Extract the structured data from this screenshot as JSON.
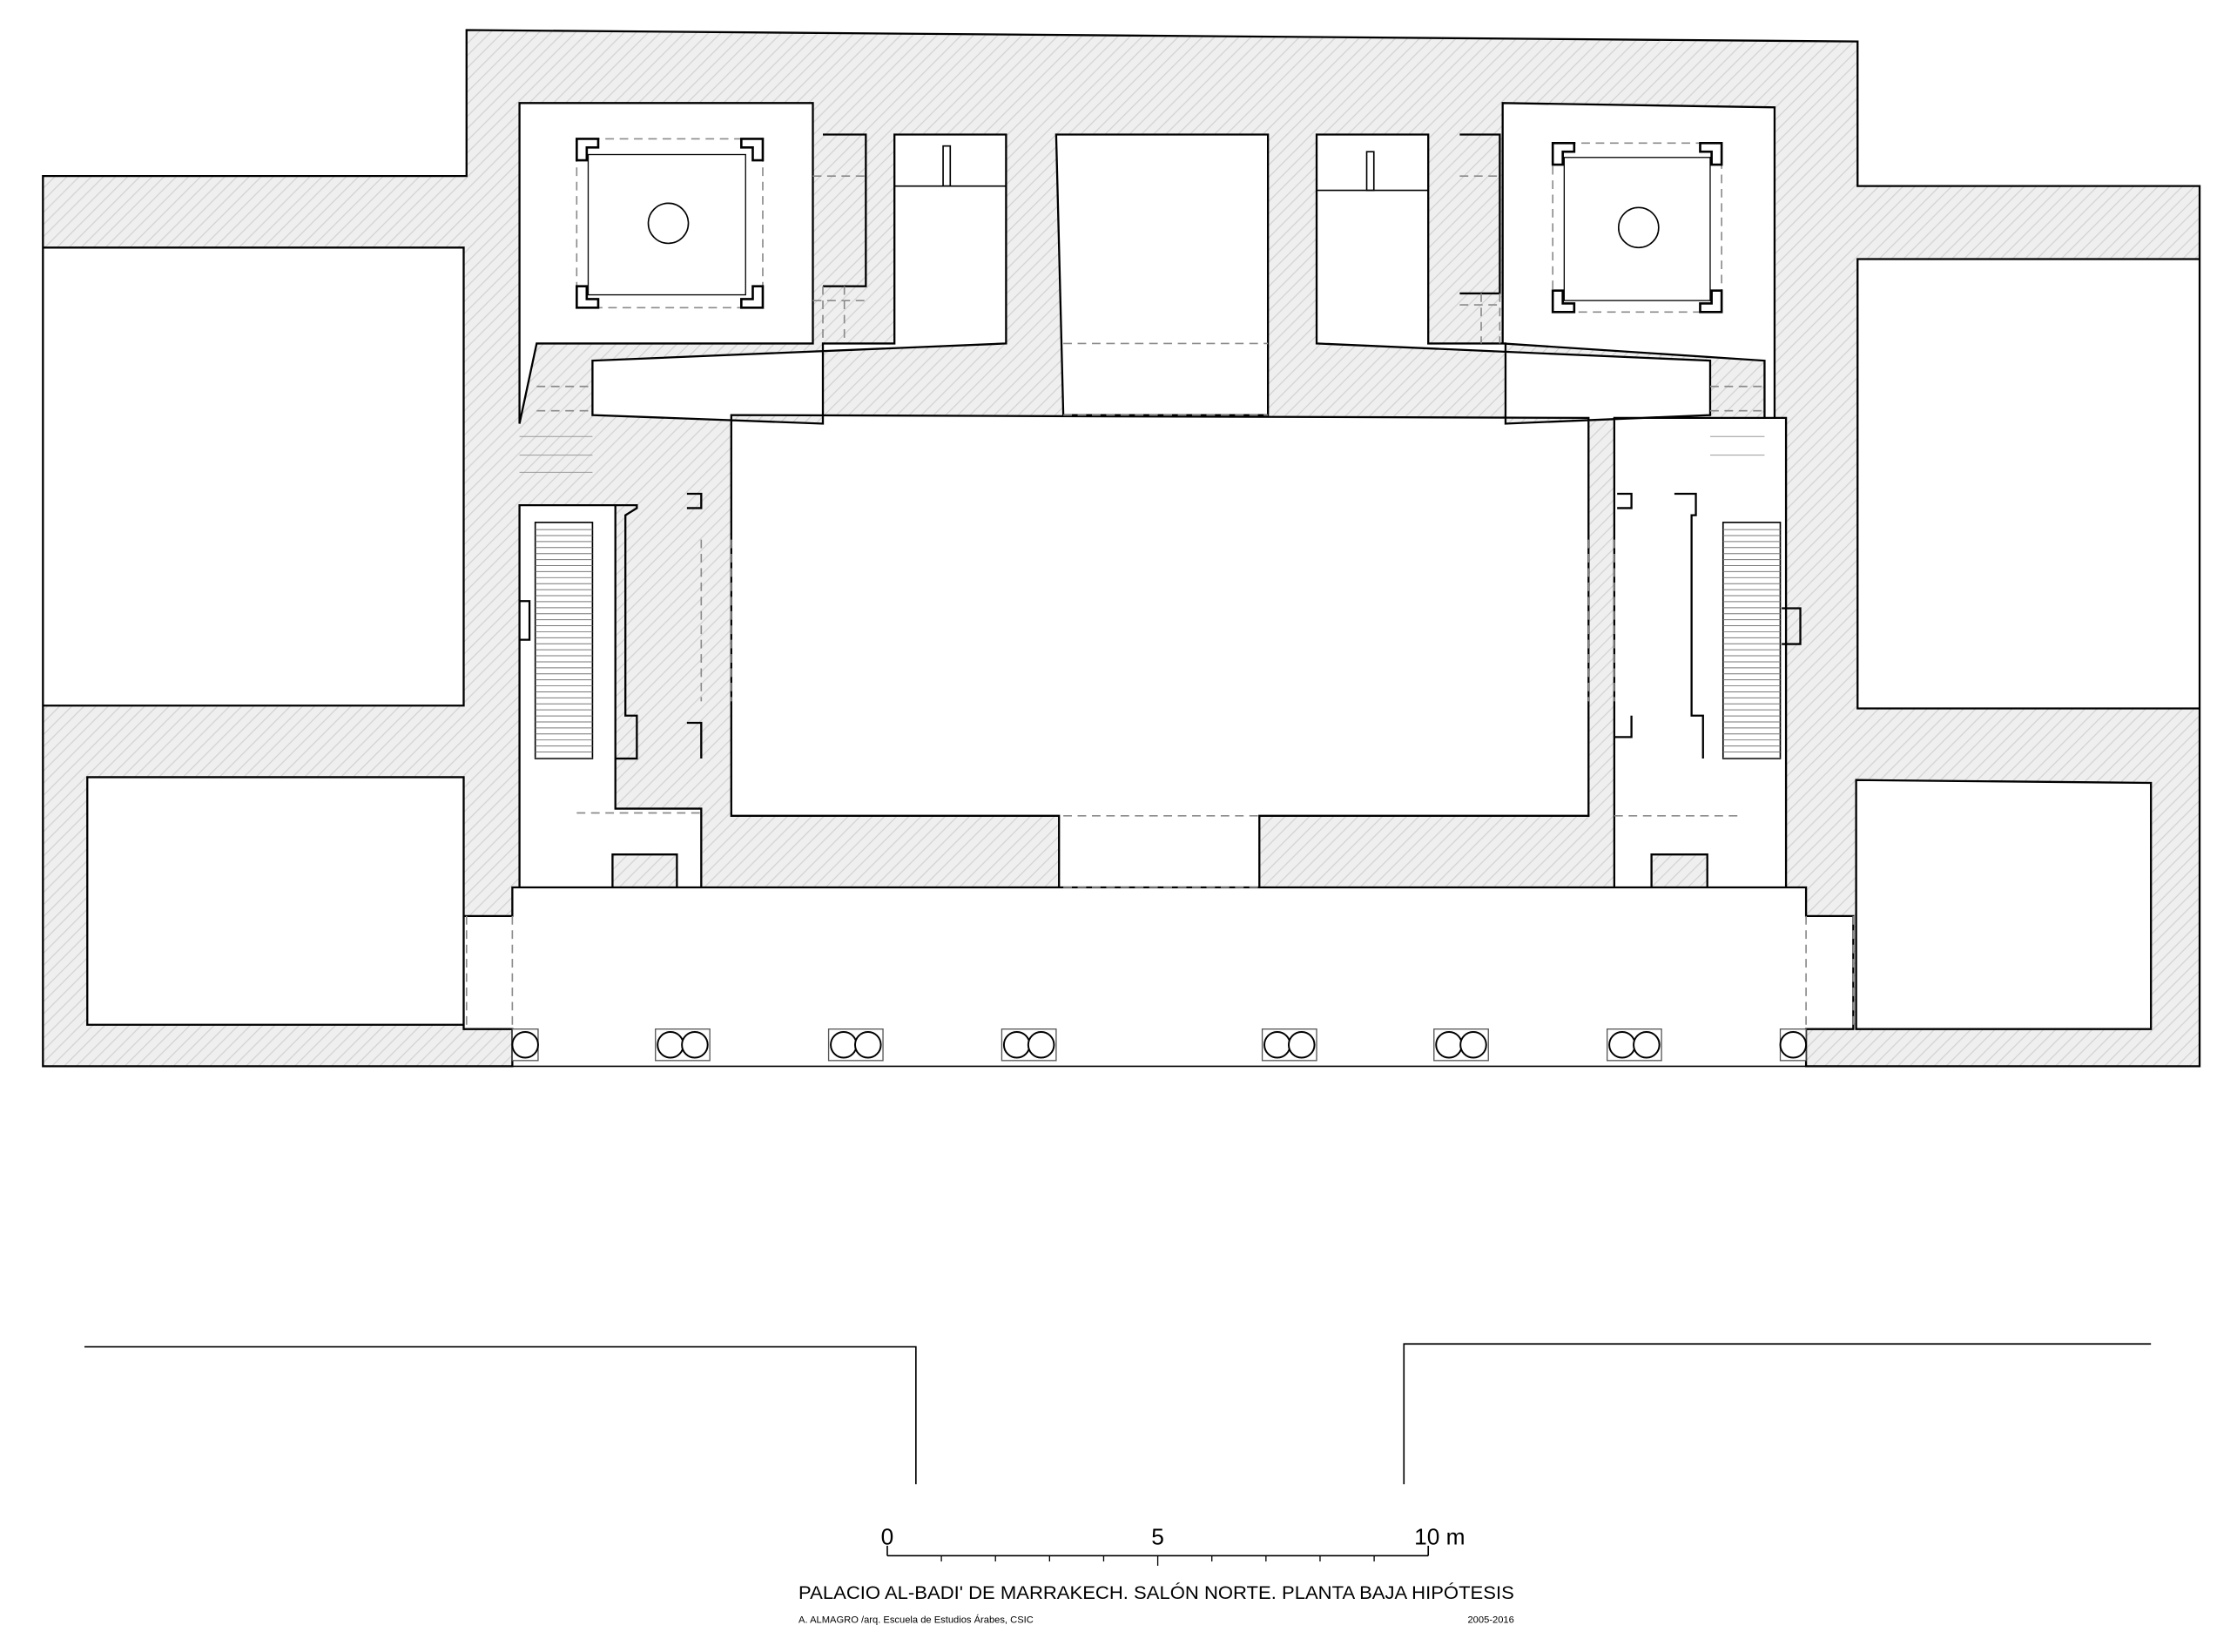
{
  "drawing": {
    "title": "PALACIO AL-BADI' DE MARRAKECH. SALÓN NORTE. PLANTA  BAJA HIPÓTESIS",
    "author": "A. ALMAGRO /arq.  Escuela de Estudios Árabes, CSIC",
    "years": "2005-2016"
  },
  "scale_bar": {
    "tick_0": "0",
    "tick_5": "5",
    "tick_10": "10 m"
  },
  "colors": {
    "line": "#000000",
    "wall_hatch": "#d8d8d8",
    "hidden_line": "#8a8a8a"
  }
}
